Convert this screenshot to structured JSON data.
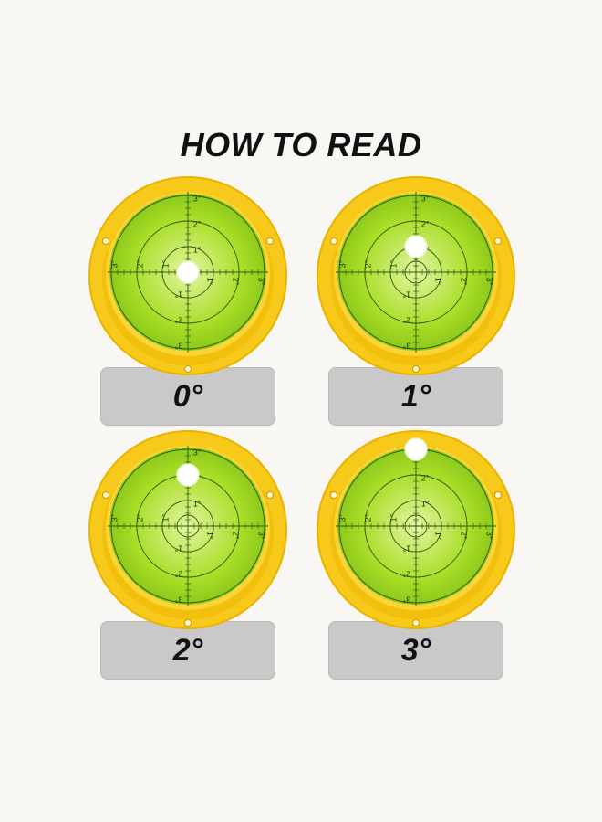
{
  "title": "HOW TO READ",
  "scale_labels": [
    "1°",
    "2°",
    "3°"
  ],
  "colors": {
    "rim": "#f6c91a",
    "rim_dark": "#e9b300",
    "vial": "#a9dd27",
    "vial_center": "#e3f5a0",
    "plate": "#c9c9c9",
    "ink": "#2e5a12"
  },
  "levels": [
    {
      "label": "0°",
      "bubble_offset_deg": 0
    },
    {
      "label": "1°",
      "bubble_offset_deg": 1
    },
    {
      "label": "2°",
      "bubble_offset_deg": 2
    },
    {
      "label": "3°",
      "bubble_offset_deg": 3
    }
  ]
}
